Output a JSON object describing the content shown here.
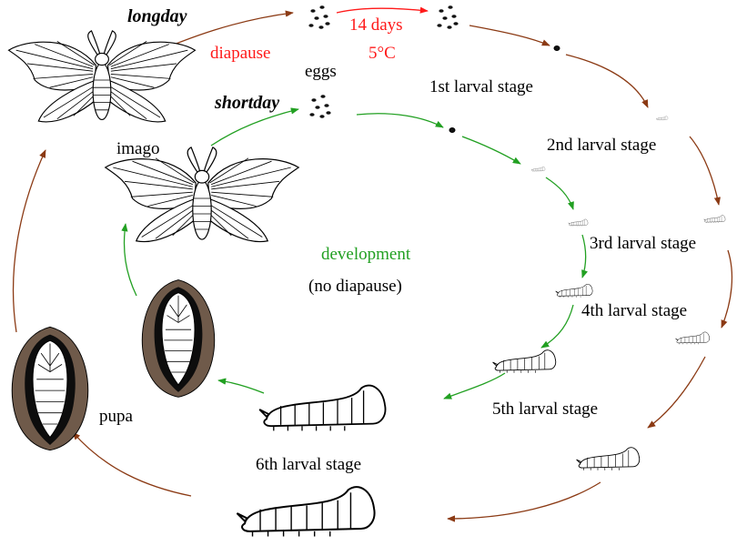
{
  "labels": {
    "longday": "longday",
    "shortday": "shortday",
    "diapause": "diapause",
    "duration": "14 days",
    "temperature": "5°C",
    "eggs": "eggs",
    "imago": "imago",
    "pupa": "pupa",
    "development": "development",
    "no_diapause": "(no diapause)",
    "larval_1": "1st larval stage",
    "larval_2": "2nd larval stage",
    "larval_3": "3rd larval stage",
    "larval_4": "4th larval stage",
    "larval_5": "5th larval stage",
    "larval_6": "6th larval stage"
  },
  "colors": {
    "diapause_path": "#8b3a14",
    "development_path": "#22a022",
    "cold_treatment": "#ff1a1a",
    "text": "#000000"
  },
  "icons": {
    "moth": "moth-icon",
    "egg_cluster": "egg-cluster-icon",
    "larva": "larva-icon",
    "cocoon": "cocoon-icon"
  }
}
